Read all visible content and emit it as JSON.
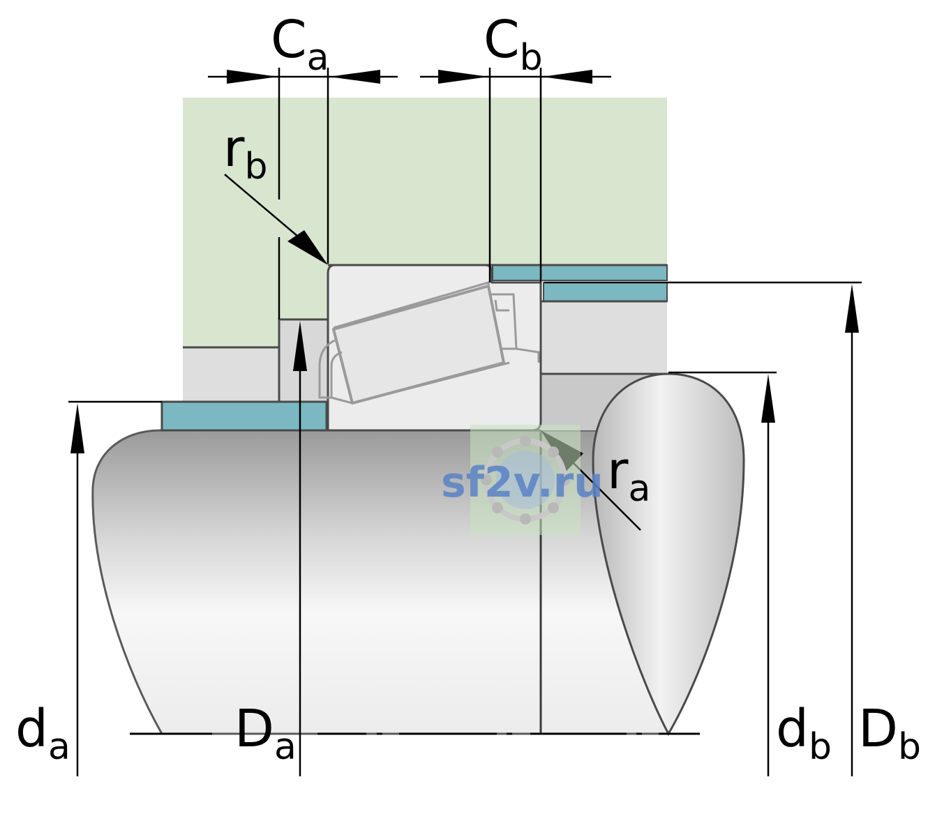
{
  "labels": {
    "ca": {
      "main": "C",
      "sub": "a"
    },
    "cb": {
      "main": "C",
      "sub": "b"
    },
    "rb": {
      "main": "r",
      "sub": "b"
    },
    "ra": {
      "main": "r",
      "sub": "a"
    },
    "da_small": {
      "main": "d",
      "sub": "a"
    },
    "Da": {
      "main": "D",
      "sub": "a"
    },
    "db_small": {
      "main": "d",
      "sub": "b"
    },
    "Db": {
      "main": "D",
      "sub": "b"
    }
  },
  "watermark": "sf2v.ru",
  "colors": {
    "housing": "#d9e6cf",
    "teal_spacer": "#7bb8c1",
    "steel_grey": "#dcdcdc",
    "bearing_body": "#ececec",
    "outline": "#4a4a4a"
  }
}
